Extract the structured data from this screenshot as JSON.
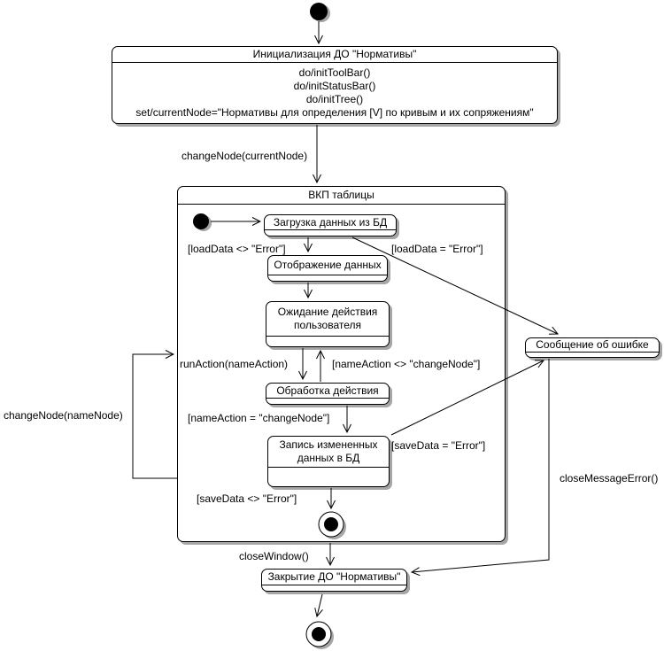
{
  "diagram": {
    "states": {
      "init": {
        "name": "Инициализация ДО \"Нормативы\"",
        "actions": [
          "do/initToolBar()",
          "do/initStatusBar()",
          "do/initTree()",
          "set/currentNode=\"Нормативы для определения [V] по кривым и их сопряжениям\""
        ]
      },
      "vkp": {
        "name": "ВКП таблицы"
      },
      "load": {
        "name": "Загрузка данных из БД"
      },
      "display": {
        "name": "Отображение данных"
      },
      "wait": {
        "lines": [
          "Ожидание действия",
          "пользователя"
        ]
      },
      "process": {
        "name": "Обработка действия"
      },
      "save": {
        "lines": [
          "Запись измененных",
          "данных в БД"
        ]
      },
      "error": {
        "name": "Сообщение об ошибке"
      },
      "close": {
        "name": "Закрытие ДО \"Нормативы\""
      }
    },
    "transitions": {
      "change_current": "changeNode(currentNode)",
      "load_ok": "[loadData <> \"Error\"]",
      "load_err": "[loadData = \"Error\"]",
      "run_action": "runAction(nameAction)",
      "action_not_change": "[nameAction <> \"changeNode\"]",
      "action_change": "[nameAction = \"changeNode\"]",
      "save_err": "[saveData = \"Error\"]",
      "save_ok": "[saveData <> \"Error\"]",
      "close_window": "closeWindow()",
      "change_node": "changeNode(nameNode)",
      "close_message": "closeMessageError()"
    },
    "colors": {
      "line": "#000000",
      "fill": "#ffffff",
      "shadow": "#a6a6a6"
    }
  }
}
